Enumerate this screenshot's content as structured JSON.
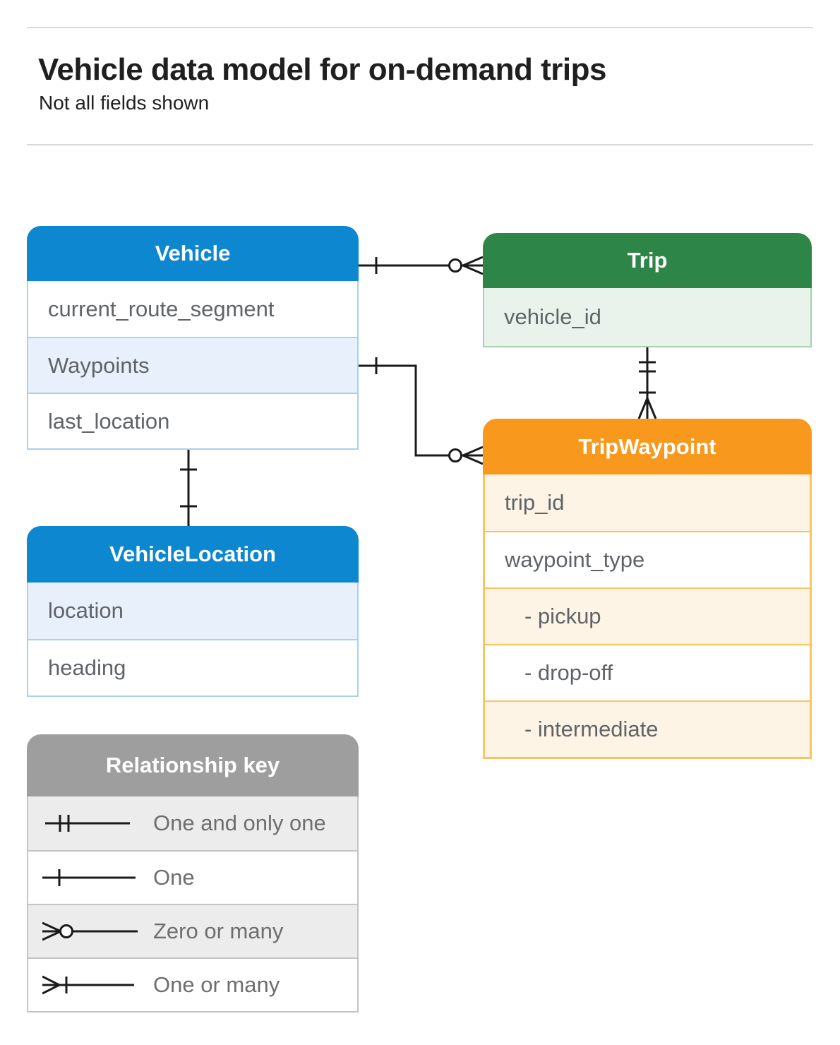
{
  "page": {
    "title": "Vehicle data model for on-demand trips",
    "subtitle": "Not all fields shown"
  },
  "entities": {
    "vehicle": {
      "title": "Vehicle",
      "rows": [
        "current_route_segment",
        "Waypoints",
        "last_location"
      ]
    },
    "trip": {
      "title": "Trip",
      "rows": [
        "vehicle_id"
      ]
    },
    "trip_waypoint": {
      "title": "TripWaypoint",
      "rows": [
        "trip_id",
        "waypoint_type",
        "- pickup",
        "- drop-off",
        "- intermediate"
      ]
    },
    "vehicle_location": {
      "title": "VehicleLocation",
      "rows": [
        "location",
        "heading"
      ]
    }
  },
  "relationship_key": {
    "title": "Relationship key",
    "items": [
      {
        "symbol": "one-and-only-one",
        "label": "One and only one"
      },
      {
        "symbol": "one",
        "label": "One"
      },
      {
        "symbol": "zero-or-many",
        "label": "Zero or many"
      },
      {
        "symbol": "one-or-many",
        "label": "One or many"
      }
    ]
  },
  "connections": [
    {
      "from": "Vehicle",
      "to": "Trip",
      "from_marker": "one",
      "to_marker": "zero-or-many"
    },
    {
      "from": "Vehicle.Waypoints",
      "to": "TripWaypoint",
      "from_marker": "one",
      "to_marker": "zero-or-many"
    },
    {
      "from": "Trip",
      "to": "TripWaypoint",
      "from_marker": "one-and-only-one",
      "to_marker": "one-or-many"
    },
    {
      "from": "Vehicle",
      "to": "VehicleLocation",
      "from_marker": "one-and-only-one",
      "to_marker": "none"
    }
  ],
  "colors": {
    "blue_header": "#0d87cf",
    "blue_row_tint": "#e8f1fb",
    "blue_border": "#abd0ec",
    "green_header": "#2e8548",
    "green_row_tint": "#e9f3eb",
    "green_border": "#a9cfb2",
    "orange_header": "#f8981d",
    "orange_row_tint": "#fdf4e5",
    "orange_border": "#fac55f",
    "gray_header": "#9e9e9e",
    "gray_row_tint": "#ececec",
    "gray_border": "#c4c4c4",
    "connector_line": "#1a1a1a",
    "row_text": "#5f6368"
  }
}
